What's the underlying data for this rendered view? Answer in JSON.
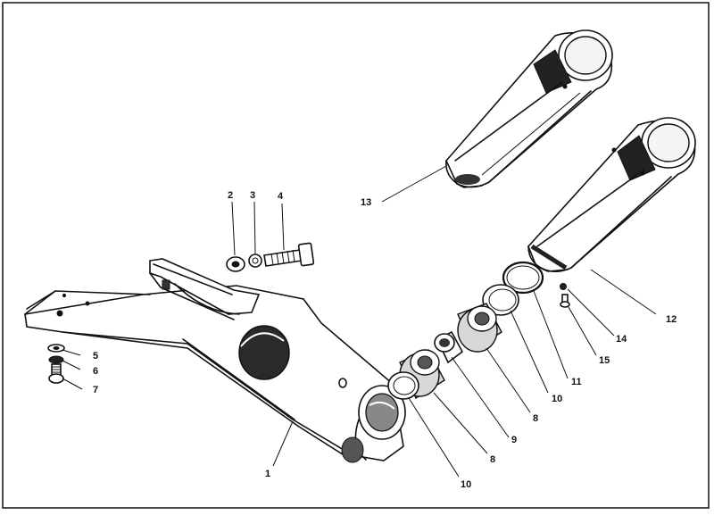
{
  "diagram": {
    "border_color": "#111111",
    "callouts": [
      {
        "id": "c2",
        "label": "2"
      },
      {
        "id": "c3",
        "label": "3"
      },
      {
        "id": "c4",
        "label": "4"
      },
      {
        "id": "c5",
        "label": "5"
      },
      {
        "id": "c6",
        "label": "6"
      },
      {
        "id": "c7",
        "label": "7"
      },
      {
        "id": "c1",
        "label": "1"
      },
      {
        "id": "c13",
        "label": "13"
      },
      {
        "id": "c12",
        "label": "12"
      },
      {
        "id": "c14",
        "label": "14"
      },
      {
        "id": "c15",
        "label": "15"
      },
      {
        "id": "c11",
        "label": "11"
      },
      {
        "id": "c10a",
        "label": "10"
      },
      {
        "id": "c8a",
        "label": "8"
      },
      {
        "id": "c9",
        "label": "9"
      },
      {
        "id": "c8b",
        "label": "8"
      },
      {
        "id": "c10b",
        "label": "10"
      }
    ]
  }
}
